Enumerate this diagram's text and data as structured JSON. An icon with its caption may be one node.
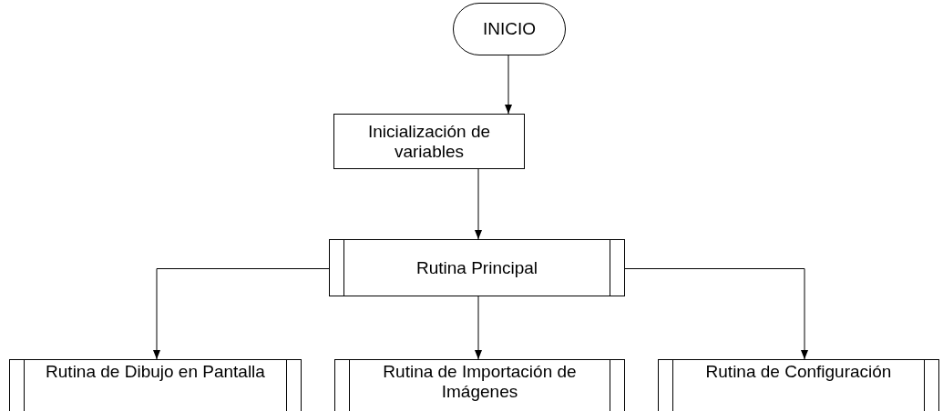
{
  "diagram": {
    "nodes": [
      {
        "text": [
          "INICIO"
        ]
      },
      {
        "text": [
          "Inicialización de variables"
        ]
      },
      {
        "text": [
          "Rutina Principal"
        ]
      },
      {
        "text": [
          "Rutina de Dibujo en Pantalla"
        ]
      },
      {
        "text": [
          "Rutina de Importación de Imágenes"
        ]
      },
      {
        "text": [
          "Rutina de Configuración"
        ]
      }
    ],
    "edges": [
      {
        "from": 0,
        "to": 1,
        "arrow": "to"
      },
      {
        "from": 1,
        "to": 2,
        "arrow": "to"
      },
      {
        "from": 2,
        "to": 3,
        "arrow": "to"
      },
      {
        "from": 2,
        "to": 4,
        "arrow": "to"
      },
      {
        "from": 2,
        "to": 5,
        "arrow": "to"
      }
    ]
  }
}
